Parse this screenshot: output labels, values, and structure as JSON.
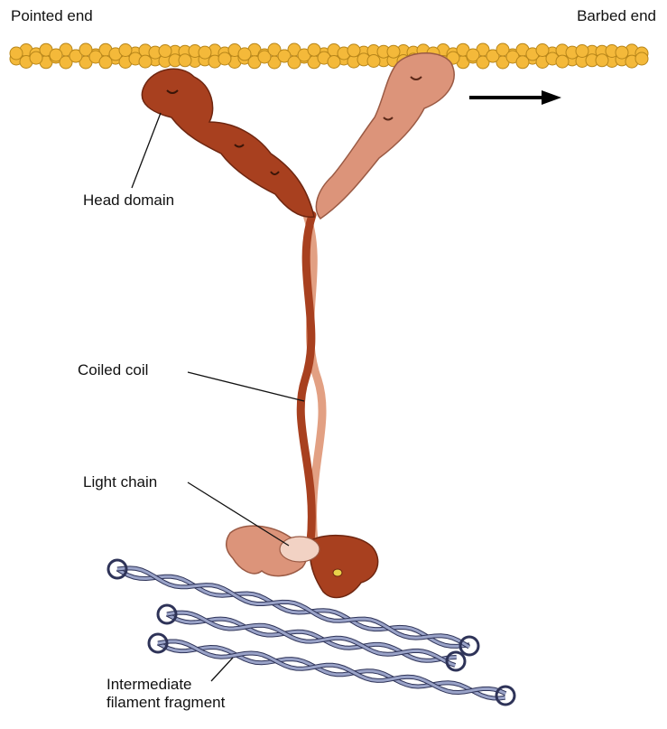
{
  "labels": {
    "pointed_end": "Pointed end",
    "barbed_end": "Barbed end",
    "head_domain": "Head domain",
    "coiled_coil": "Coiled coil",
    "light_chain": "Light chain",
    "intermediate_line1": "Intermediate",
    "intermediate_line2": "filament fragment"
  },
  "colors": {
    "actin_bead": "#f4b93a",
    "actin_outline": "#b8861a",
    "head_dark": "#a8401f",
    "head_light": "#dc947a",
    "light_chain": "#f2d2c4",
    "filament": "#9aa3c8",
    "filament_outline": "#2e3358",
    "arrow": "#000000"
  },
  "icons": {
    "direction_arrow": "arrow-right-icon"
  }
}
